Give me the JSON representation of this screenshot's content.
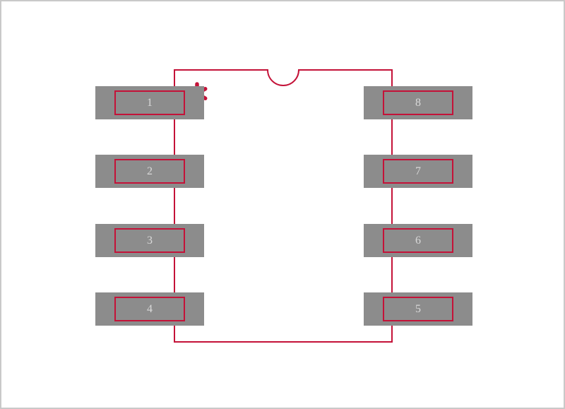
{
  "colors": {
    "red": "#c41238",
    "pad": "#8c8c8c",
    "pin_text": "#d9d9d9",
    "frame": "#c9c9c9",
    "background": "#ffffff"
  },
  "footprint": {
    "description": "8-pad dual-row component footprint land pattern",
    "body_outline": "rectangle-with-top-center-notch",
    "pin1_marker": "asterisk",
    "left_pads": [
      {
        "number": "1"
      },
      {
        "number": "2"
      },
      {
        "number": "3"
      },
      {
        "number": "4"
      }
    ],
    "right_pads": [
      {
        "number": "8"
      },
      {
        "number": "7"
      },
      {
        "number": "6"
      },
      {
        "number": "5"
      }
    ]
  }
}
